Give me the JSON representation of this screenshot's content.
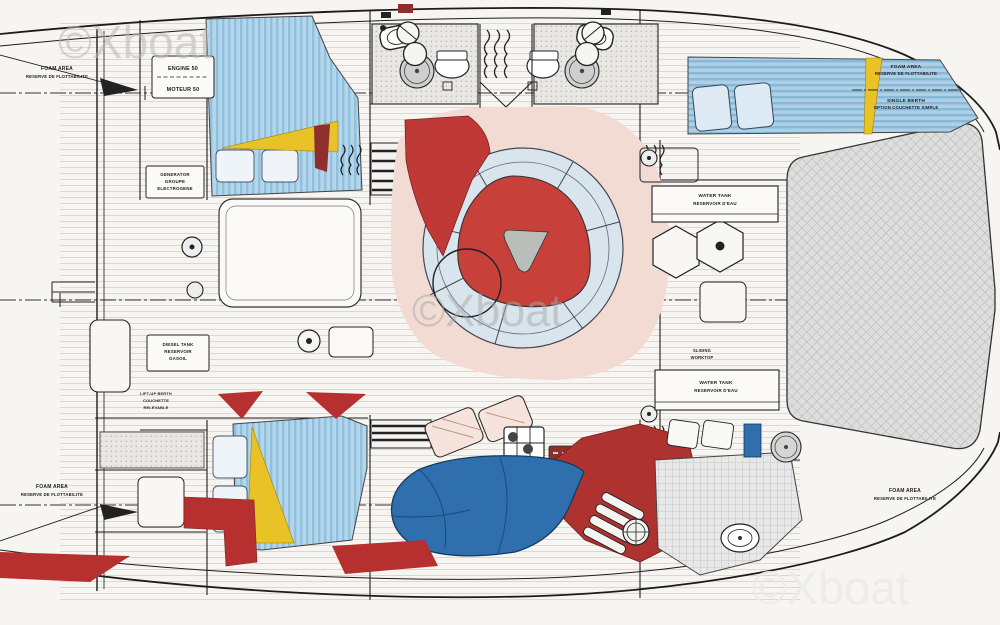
{
  "document": {
    "title": "Sailboat interior layout plan (top view)",
    "type": "boat arrangement diagram",
    "language": "English / French bilingual labels"
  },
  "watermark": {
    "text": "©Xboat",
    "positions": [
      "top-left",
      "center",
      "bottom-right"
    ]
  },
  "labels": {
    "foam_top_left_1": "FOAM AREA",
    "foam_top_left_2": "RESERVE DE FLOTTABILITE",
    "foam_bottom_left_1": "FOAM AREA",
    "foam_bottom_left_2": "RESERVE DE FLOTTABILITE",
    "foam_bottom_right_1": "FOAM AREA",
    "foam_bottom_right_2": "RESERVE DE FLOTTABILITE",
    "bow_cabin_1": "FOAM AREA",
    "bow_cabin_2": "RESERVE DE FLOTTABILITE",
    "bow_cabin_3": "SINGLE BERTH",
    "bow_cabin_4": "OPTION COUCHETTE SIMPLE",
    "engine_1": "ENGINE 50",
    "engine_2": "MOTEUR 50",
    "generator_1": "GENERATOR",
    "generator_2": "GROUPE",
    "generator_3": "ELECTROGENE",
    "diesel_1": "DIESEL TANK",
    "diesel_2": "RESERVOIR",
    "diesel_3": "GASOIL",
    "liftup_1": "LIFT-UP BERTH",
    "liftup_2": "COUCHETTE",
    "liftup_3": "RELEVABLE",
    "water_fwd_1": "WATER TANK",
    "water_fwd_2": "RESERVOIR D'EAU",
    "water_aft_1": "WATER TANK",
    "water_aft_2": "RESERVOIR D'EAU",
    "worktop_1": "SLIDING",
    "worktop_2": "WORKTOP"
  },
  "colors": {
    "paper": "#f7f5f1",
    "line": "#1c1c1c",
    "berth_blue": "#a9cfe7",
    "cushion_red": "#bf3a36",
    "sofa_blue": "#2f6fad",
    "accent_yellow": "#e8c227",
    "floor_pink": "#f2dbd3",
    "settee_gray": "#d9e5ec",
    "deck_gray": "#dedede"
  }
}
